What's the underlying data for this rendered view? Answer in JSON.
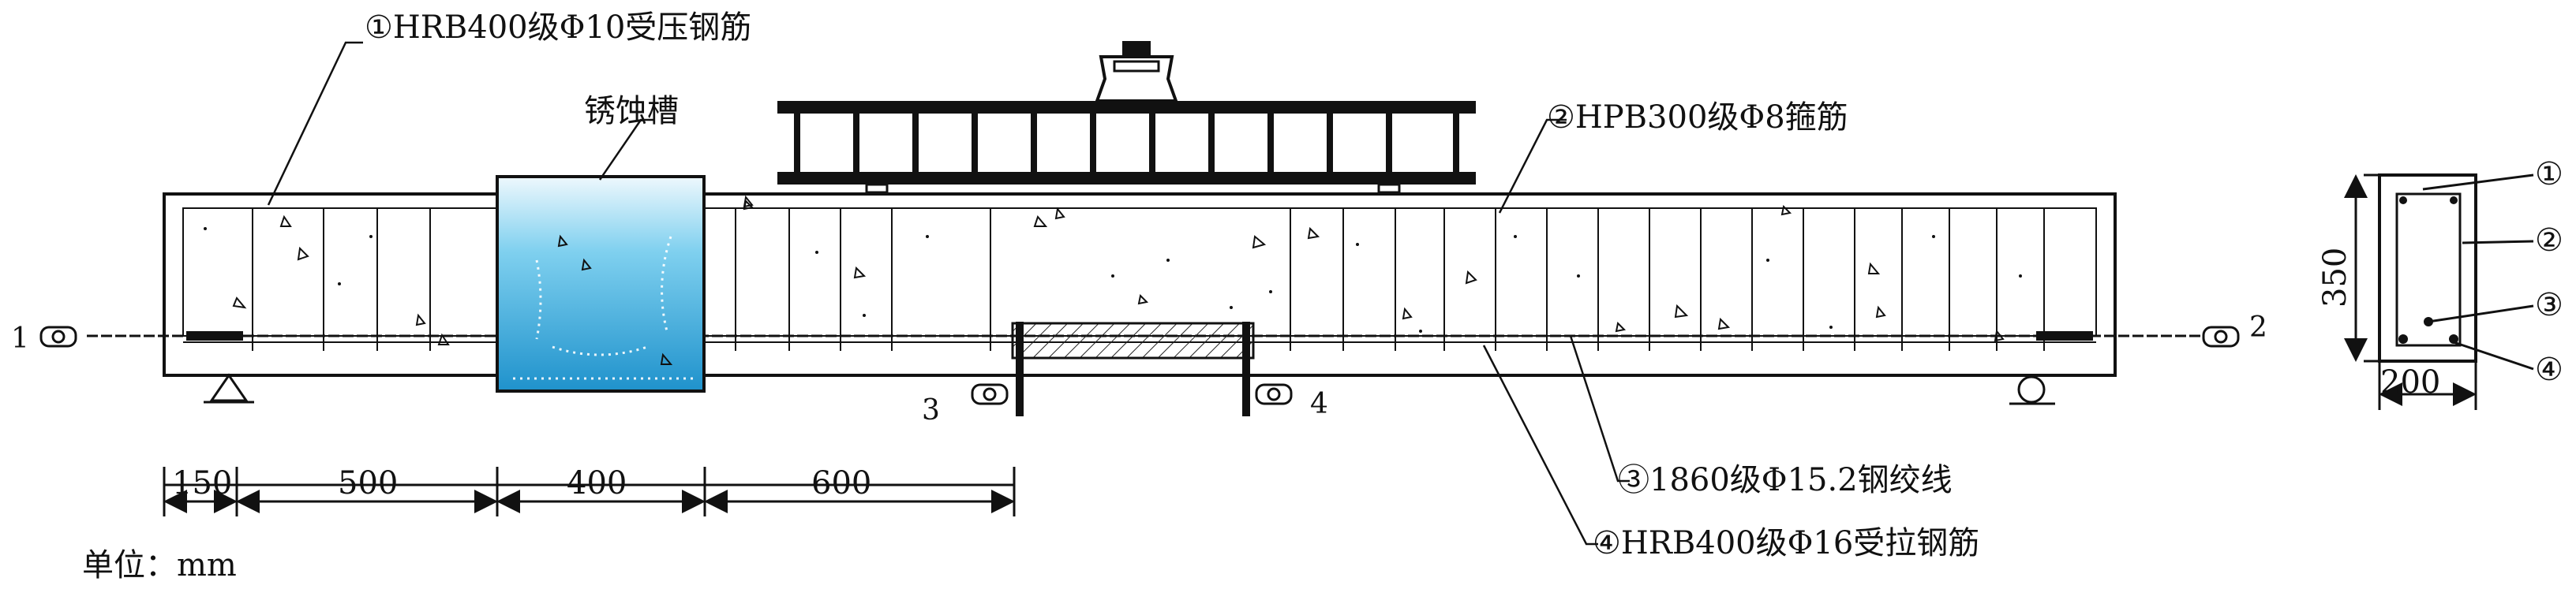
{
  "labels": {
    "rebar1": "①HRB400级Φ10受压钢筋",
    "stirrup2": "②HPB300级Φ8箍筋",
    "strand3": "③1860级Φ15.2钢绞线",
    "rebar4": "④HRB400级Φ16受拉钢筋",
    "tank": "锈蚀槽",
    "unit": "单位：mm"
  },
  "sensors": {
    "s1": "1",
    "s2": "2",
    "s3": "3",
    "s4": "4"
  },
  "dimensions": {
    "d150": "150",
    "d500": "500",
    "d400": "400",
    "d600": "600"
  },
  "section": {
    "height": "350",
    "width": "200",
    "marks": [
      "①",
      "②",
      "③",
      "④"
    ]
  },
  "colors": {
    "tank_top": "#e8f6fc",
    "tank_mid": "#5bc0e6",
    "tank_bottom": "#1e8fc9",
    "line": "#111111"
  }
}
